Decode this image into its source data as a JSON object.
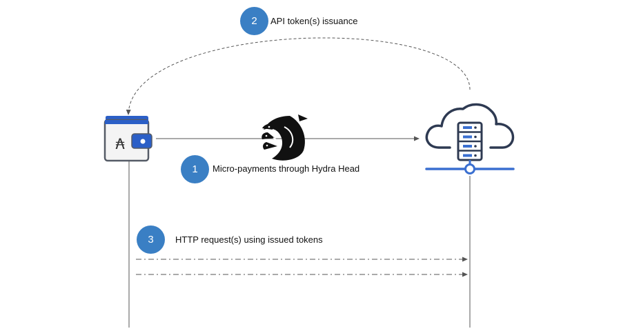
{
  "colors": {
    "badge_fill": "#3a7fc4",
    "wallet_blue": "#2b5fc7",
    "wallet_body": "#f4f4f4",
    "wallet_outline": "#555b66",
    "server_outline": "#2e3a52",
    "server_accent": "#3a6fd0",
    "line": "#555555"
  },
  "icons": {
    "wallet": "cardano-wallet-icon",
    "hydra": "hydra-logo",
    "server": "cloud-server-icon"
  },
  "wallet": {
    "symbol": "₳"
  },
  "steps": [
    {
      "number": "1",
      "label": "Micro-payments through Hydra Head"
    },
    {
      "number": "2",
      "label": "API token(s) issuance"
    },
    {
      "number": "3",
      "label": "HTTP request(s) using issued tokens"
    }
  ]
}
